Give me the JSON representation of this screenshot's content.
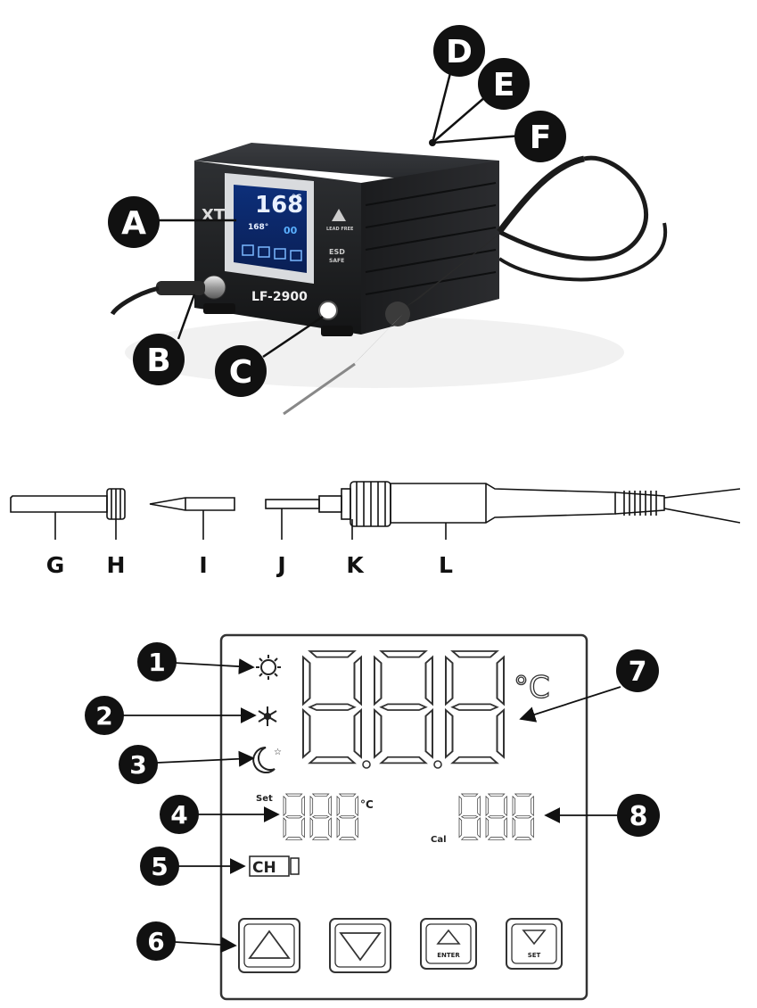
{
  "station": {
    "model_label": "LF-2900",
    "screen_main_temp": "168",
    "screen_unit": "°C",
    "screen_small_temp": "168°",
    "screen_small_right": "00",
    "badge_lead_free": "LEAD FREE",
    "badge_esd": "ESD",
    "badge_safe": "SAFE"
  },
  "callouts": {
    "A": "A",
    "B": "B",
    "C": "C",
    "D": "D",
    "E": "E",
    "F": "F"
  },
  "parts": {
    "G": "G",
    "H": "H",
    "I": "I",
    "J": "J",
    "K": "K",
    "L": "L"
  },
  "lcd": {
    "numbers": [
      "1",
      "2",
      "3",
      "4",
      "5",
      "6",
      "7",
      "8"
    ],
    "unit_main": "°C",
    "unit_set": "°C",
    "set_label": "Set",
    "cal_label": "Cal",
    "ch_label": "CH",
    "enter_label": "ENTER",
    "set_button_label": "SET"
  }
}
